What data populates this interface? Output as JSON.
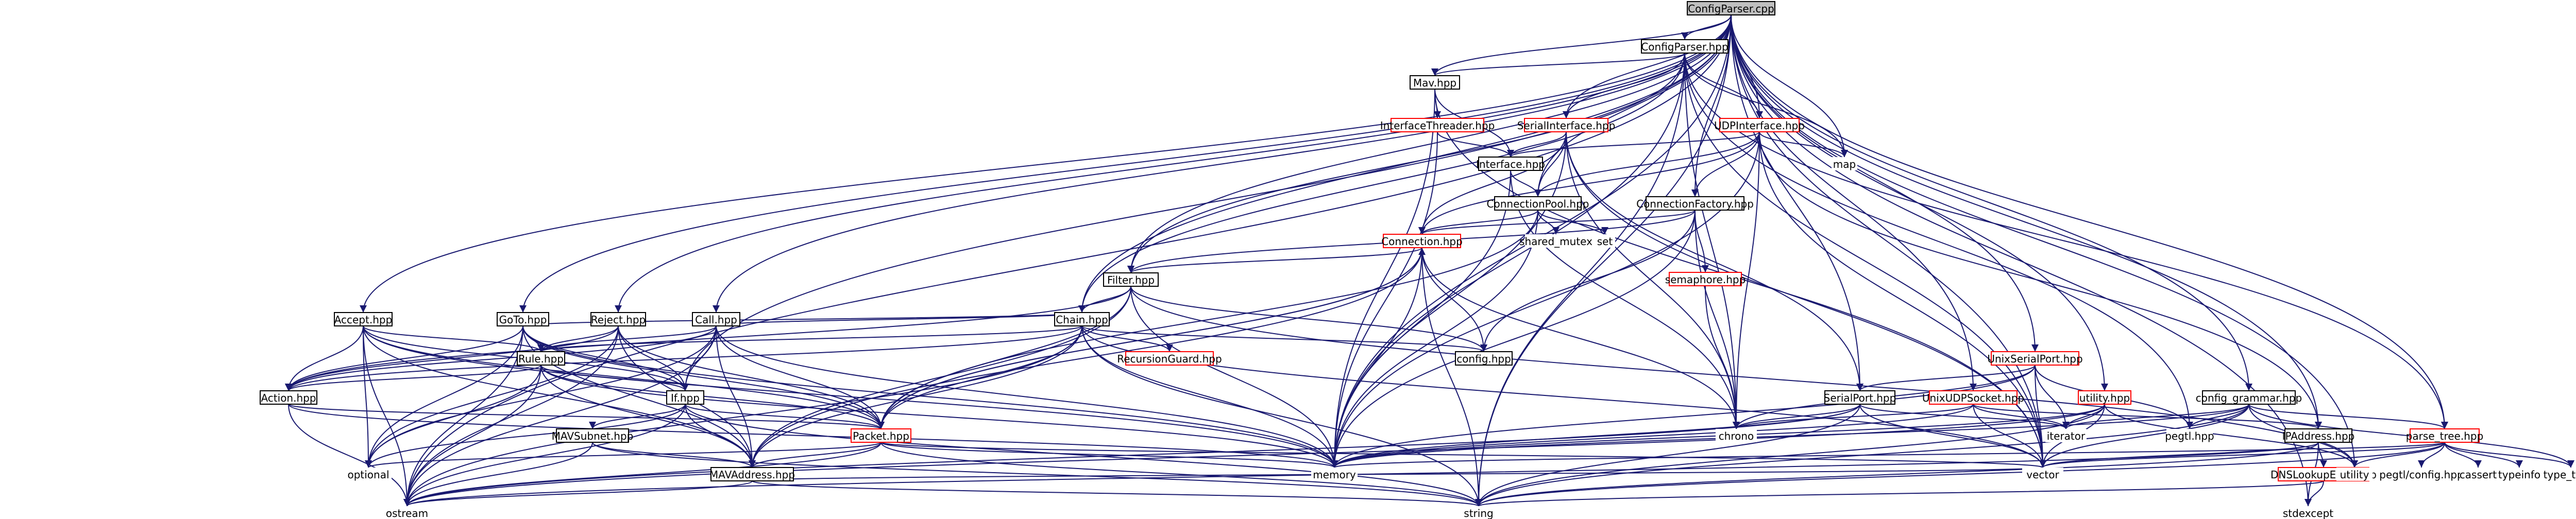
{
  "graph": {
    "title": "",
    "colors": {
      "edge": "#191970",
      "root_fill": "#bfbfbf",
      "node_border": "#000000",
      "missing_border": "#ff0000"
    },
    "nodes": [
      {
        "id": "configparser_cpp",
        "label": "ConfigParser.cpp",
        "style": "root"
      },
      {
        "id": "configparser_hpp",
        "label": "ConfigParser.hpp",
        "style": "box"
      },
      {
        "id": "mav_hpp",
        "label": "Mav.hpp",
        "style": "box"
      },
      {
        "id": "interfacethreader_hpp",
        "label": "InterfaceThreader.hpp",
        "style": "red"
      },
      {
        "id": "serialinterface_hpp",
        "label": "SerialInterface.hpp",
        "style": "red"
      },
      {
        "id": "udpinterface_hpp",
        "label": "UDPInterface.hpp",
        "style": "red"
      },
      {
        "id": "interface_hpp",
        "label": "Interface.hpp",
        "style": "box"
      },
      {
        "id": "connectionpool_hpp",
        "label": "ConnectionPool.hpp",
        "style": "box"
      },
      {
        "id": "connectionfactory_hpp",
        "label": "ConnectionFactory.hpp",
        "style": "box"
      },
      {
        "id": "connection_hpp",
        "label": "Connection.hpp",
        "style": "red"
      },
      {
        "id": "semaphore_hpp",
        "label": "semaphore.hpp",
        "style": "red"
      },
      {
        "id": "filter_hpp",
        "label": "Filter.hpp",
        "style": "box"
      },
      {
        "id": "chain_hpp",
        "label": "Chain.hpp",
        "style": "box"
      },
      {
        "id": "recursionguard_hpp",
        "label": "RecursionGuard.hpp",
        "style": "red"
      },
      {
        "id": "accept_hpp",
        "label": "Accept.hpp",
        "style": "box"
      },
      {
        "id": "goto_hpp",
        "label": "GoTo.hpp",
        "style": "box"
      },
      {
        "id": "reject_hpp",
        "label": "Reject.hpp",
        "style": "box"
      },
      {
        "id": "call_hpp",
        "label": "Call.hpp",
        "style": "box"
      },
      {
        "id": "rule_hpp",
        "label": "Rule.hpp",
        "style": "box"
      },
      {
        "id": "action_hpp",
        "label": "Action.hpp",
        "style": "box"
      },
      {
        "id": "if_hpp",
        "label": "If.hpp",
        "style": "box"
      },
      {
        "id": "mavsubnet_hpp",
        "label": "MAVSubnet.hpp",
        "style": "box"
      },
      {
        "id": "packet_hpp",
        "label": "Packet.hpp",
        "style": "red"
      },
      {
        "id": "mavaddress_hpp",
        "label": "MAVAddress.hpp",
        "style": "box"
      },
      {
        "id": "config_hpp",
        "label": "config.hpp",
        "style": "box"
      },
      {
        "id": "unixserialport_hpp",
        "label": "UnixSerialPort.hpp",
        "style": "red"
      },
      {
        "id": "serialport_hpp",
        "label": "SerialPort.hpp",
        "style": "box"
      },
      {
        "id": "unixudpsocket_hpp",
        "label": "UnixUDPSocket.hpp",
        "style": "red"
      },
      {
        "id": "utility_hpp",
        "label": "utility.hpp",
        "style": "red"
      },
      {
        "id": "config_grammar_hpp",
        "label": "config_grammar.hpp",
        "style": "box"
      },
      {
        "id": "ipaddress_hpp",
        "label": "IPAddress.hpp",
        "style": "box"
      },
      {
        "id": "dnslookuperror_hpp",
        "label": "DNSLookupError.hpp",
        "style": "red"
      },
      {
        "id": "parse_tree_hpp",
        "label": "parse_tree.hpp",
        "style": "red"
      },
      {
        "id": "map",
        "label": "map",
        "style": "plain"
      },
      {
        "id": "shared_mutex",
        "label": "shared_mutex",
        "style": "plain"
      },
      {
        "id": "set",
        "label": "set",
        "style": "plain"
      },
      {
        "id": "chrono",
        "label": "chrono",
        "style": "plain"
      },
      {
        "id": "iterator",
        "label": "iterator",
        "style": "plain"
      },
      {
        "id": "pegtl_hpp",
        "label": "pegtl.hpp",
        "style": "plain"
      },
      {
        "id": "memory",
        "label": "memory",
        "style": "plain"
      },
      {
        "id": "vector",
        "label": "vector",
        "style": "plain"
      },
      {
        "id": "optional",
        "label": "optional",
        "style": "plain"
      },
      {
        "id": "ostream",
        "label": "ostream",
        "style": "plain"
      },
      {
        "id": "string",
        "label": "string",
        "style": "plain"
      },
      {
        "id": "stdexcept",
        "label": "stdexcept",
        "style": "plain"
      },
      {
        "id": "utility",
        "label": "utility",
        "style": "plain"
      },
      {
        "id": "pegtl_config_hpp",
        "label": "pegtl/config.hpp",
        "style": "plain"
      },
      {
        "id": "cassert",
        "label": "cassert",
        "style": "plain"
      },
      {
        "id": "typeinfo",
        "label": "typeinfo",
        "style": "plain"
      },
      {
        "id": "type_traits",
        "label": "type_traits",
        "style": "plain"
      }
    ],
    "edges": [
      [
        "configparser_cpp",
        "configparser_hpp"
      ],
      [
        "configparser_cpp",
        "mav_hpp"
      ],
      [
        "configparser_cpp",
        "serialinterface_hpp"
      ],
      [
        "configparser_cpp",
        "udpinterface_hpp"
      ],
      [
        "configparser_cpp",
        "connectionpool_hpp"
      ],
      [
        "configparser_cpp",
        "connectionfactory_hpp"
      ],
      [
        "configparser_cpp",
        "filter_hpp"
      ],
      [
        "configparser_cpp",
        "chain_hpp"
      ],
      [
        "configparser_cpp",
        "accept_hpp"
      ],
      [
        "configparser_cpp",
        "goto_hpp"
      ],
      [
        "configparser_cpp",
        "reject_hpp"
      ],
      [
        "configparser_cpp",
        "call_hpp"
      ],
      [
        "configparser_cpp",
        "if_hpp"
      ],
      [
        "configparser_cpp",
        "unixserialport_hpp"
      ],
      [
        "configparser_cpp",
        "serialport_hpp"
      ],
      [
        "configparser_cpp",
        "unixudpsocket_hpp"
      ],
      [
        "configparser_cpp",
        "utility_hpp"
      ],
      [
        "configparser_cpp",
        "config_grammar_hpp"
      ],
      [
        "configparser_cpp",
        "ipaddress_hpp"
      ],
      [
        "configparser_cpp",
        "parse_tree_hpp"
      ],
      [
        "configparser_cpp",
        "map"
      ],
      [
        "configparser_cpp",
        "memory"
      ],
      [
        "configparser_cpp",
        "vector"
      ],
      [
        "configparser_cpp",
        "ostream"
      ],
      [
        "configparser_cpp",
        "string"
      ],
      [
        "configparser_cpp",
        "stdexcept"
      ],
      [
        "configparser_cpp",
        "utility"
      ],
      [
        "configparser_hpp",
        "mav_hpp"
      ],
      [
        "configparser_hpp",
        "serialinterface_hpp"
      ],
      [
        "configparser_hpp",
        "udpinterface_hpp"
      ],
      [
        "configparser_hpp",
        "filter_hpp"
      ],
      [
        "configparser_hpp",
        "chain_hpp"
      ],
      [
        "configparser_hpp",
        "map"
      ],
      [
        "configparser_hpp",
        "memory"
      ],
      [
        "configparser_hpp",
        "vector"
      ],
      [
        "configparser_hpp",
        "parse_tree_hpp"
      ],
      [
        "configparser_hpp",
        "pegtl_hpp"
      ],
      [
        "configparser_hpp",
        "string"
      ],
      [
        "configparser_hpp",
        "chrono"
      ],
      [
        "mav_hpp",
        "interfacethreader_hpp"
      ],
      [
        "mav_hpp",
        "interface_hpp"
      ],
      [
        "mav_hpp",
        "memory"
      ],
      [
        "mav_hpp",
        "vector"
      ],
      [
        "interfacethreader_hpp",
        "interface_hpp"
      ],
      [
        "interfacethreader_hpp",
        "memory"
      ],
      [
        "serialinterface_hpp",
        "interface_hpp"
      ],
      [
        "serialinterface_hpp",
        "connectionpool_hpp"
      ],
      [
        "serialinterface_hpp",
        "connection_hpp"
      ],
      [
        "serialinterface_hpp",
        "serialport_hpp"
      ],
      [
        "serialinterface_hpp",
        "chrono"
      ],
      [
        "serialinterface_hpp",
        "memory"
      ],
      [
        "serialinterface_hpp",
        "vector"
      ],
      [
        "udpinterface_hpp",
        "interface_hpp"
      ],
      [
        "udpinterface_hpp",
        "connectionpool_hpp"
      ],
      [
        "udpinterface_hpp",
        "connectionfactory_hpp"
      ],
      [
        "udpinterface_hpp",
        "connection_hpp"
      ],
      [
        "udpinterface_hpp",
        "ipaddress_hpp"
      ],
      [
        "udpinterface_hpp",
        "map"
      ],
      [
        "udpinterface_hpp",
        "memory"
      ],
      [
        "udpinterface_hpp",
        "vector"
      ],
      [
        "udpinterface_hpp",
        "chrono"
      ],
      [
        "interface_hpp",
        "connectionpool_hpp"
      ],
      [
        "interface_hpp",
        "chrono"
      ],
      [
        "interface_hpp",
        "memory"
      ],
      [
        "connectionpool_hpp",
        "connection_hpp"
      ],
      [
        "connectionpool_hpp",
        "shared_mutex"
      ],
      [
        "connectionpool_hpp",
        "set"
      ],
      [
        "connectionpool_hpp",
        "memory"
      ],
      [
        "connectionpool_hpp",
        "packet_hpp"
      ],
      [
        "connectionfactory_hpp",
        "connection_hpp"
      ],
      [
        "connectionfactory_hpp",
        "semaphore_hpp"
      ],
      [
        "connectionfactory_hpp",
        "filter_hpp"
      ],
      [
        "connectionfactory_hpp",
        "chrono"
      ],
      [
        "connectionfactory_hpp",
        "memory"
      ],
      [
        "connectionfactory_hpp",
        "config_hpp"
      ],
      [
        "connection_hpp",
        "filter_hpp"
      ],
      [
        "connection_hpp",
        "mavaddress_hpp"
      ],
      [
        "connection_hpp",
        "packet_hpp"
      ],
      [
        "connection_hpp",
        "memory"
      ],
      [
        "connection_hpp",
        "string"
      ],
      [
        "connection_hpp",
        "config_hpp"
      ],
      [
        "connection_hpp",
        "chrono"
      ],
      [
        "semaphore_hpp",
        "chrono"
      ],
      [
        "filter_hpp",
        "chain_hpp"
      ],
      [
        "filter_hpp",
        "packet_hpp"
      ],
      [
        "filter_hpp",
        "memory"
      ],
      [
        "filter_hpp",
        "action_hpp"
      ],
      [
        "filter_hpp",
        "config_hpp"
      ],
      [
        "filter_hpp",
        "mavaddress_hpp"
      ],
      [
        "filter_hpp",
        "utility"
      ],
      [
        "chain_hpp",
        "recursionguard_hpp"
      ],
      [
        "chain_hpp",
        "rule_hpp"
      ],
      [
        "chain_hpp",
        "action_hpp"
      ],
      [
        "chain_hpp",
        "packet_hpp"
      ],
      [
        "chain_hpp",
        "mavaddress_hpp"
      ],
      [
        "chain_hpp",
        "memory"
      ],
      [
        "chain_hpp",
        "vector"
      ],
      [
        "chain_hpp",
        "string"
      ],
      [
        "chain_hpp",
        "ostream"
      ],
      [
        "chain_hpp",
        "config_hpp"
      ],
      [
        "accept_hpp",
        "rule_hpp"
      ],
      [
        "accept_hpp",
        "action_hpp"
      ],
      [
        "accept_hpp",
        "packet_hpp"
      ],
      [
        "accept_hpp",
        "mavaddress_hpp"
      ],
      [
        "accept_hpp",
        "optional"
      ],
      [
        "accept_hpp",
        "ostream"
      ],
      [
        "accept_hpp",
        "memory"
      ],
      [
        "accept_hpp",
        "if_hpp"
      ],
      [
        "goto_hpp",
        "rule_hpp"
      ],
      [
        "goto_hpp",
        "action_hpp"
      ],
      [
        "goto_hpp",
        "packet_hpp"
      ],
      [
        "goto_hpp",
        "mavaddress_hpp"
      ],
      [
        "goto_hpp",
        "chain_hpp"
      ],
      [
        "goto_hpp",
        "if_hpp"
      ],
      [
        "goto_hpp",
        "optional"
      ],
      [
        "goto_hpp",
        "ostream"
      ],
      [
        "goto_hpp",
        "memory"
      ],
      [
        "reject_hpp",
        "rule_hpp"
      ],
      [
        "reject_hpp",
        "action_hpp"
      ],
      [
        "reject_hpp",
        "packet_hpp"
      ],
      [
        "reject_hpp",
        "mavaddress_hpp"
      ],
      [
        "reject_hpp",
        "if_hpp"
      ],
      [
        "reject_hpp",
        "optional"
      ],
      [
        "reject_hpp",
        "ostream"
      ],
      [
        "call_hpp",
        "rule_hpp"
      ],
      [
        "call_hpp",
        "action_hpp"
      ],
      [
        "call_hpp",
        "packet_hpp"
      ],
      [
        "call_hpp",
        "mavaddress_hpp"
      ],
      [
        "call_hpp",
        "chain_hpp"
      ],
      [
        "call_hpp",
        "if_hpp"
      ],
      [
        "call_hpp",
        "optional"
      ],
      [
        "call_hpp",
        "ostream"
      ],
      [
        "call_hpp",
        "memory"
      ],
      [
        "rule_hpp",
        "action_hpp"
      ],
      [
        "rule_hpp",
        "if_hpp"
      ],
      [
        "rule_hpp",
        "packet_hpp"
      ],
      [
        "rule_hpp",
        "mavaddress_hpp"
      ],
      [
        "rule_hpp",
        "optional"
      ],
      [
        "rule_hpp",
        "ostream"
      ],
      [
        "rule_hpp",
        "memory"
      ],
      [
        "action_hpp",
        "packet_hpp"
      ],
      [
        "action_hpp",
        "ostream"
      ],
      [
        "action_hpp",
        "memory"
      ],
      [
        "if_hpp",
        "mavsubnet_hpp"
      ],
      [
        "if_hpp",
        "packet_hpp"
      ],
      [
        "if_hpp",
        "mavaddress_hpp"
      ],
      [
        "if_hpp",
        "optional"
      ],
      [
        "if_hpp",
        "ostream"
      ],
      [
        "if_hpp",
        "string"
      ],
      [
        "mavsubnet_hpp",
        "mavaddress_hpp"
      ],
      [
        "mavsubnet_hpp",
        "ostream"
      ],
      [
        "mavsubnet_hpp",
        "string"
      ],
      [
        "packet_hpp",
        "mavaddress_hpp"
      ],
      [
        "packet_hpp",
        "connection_hpp"
      ],
      [
        "packet_hpp",
        "optional"
      ],
      [
        "packet_hpp",
        "ostream"
      ],
      [
        "packet_hpp",
        "memory"
      ],
      [
        "packet_hpp",
        "vector"
      ],
      [
        "packet_hpp",
        "string"
      ],
      [
        "mavaddress_hpp",
        "ostream"
      ],
      [
        "mavaddress_hpp",
        "string"
      ],
      [
        "mavaddress_hpp",
        "vector"
      ],
      [
        "unixserialport_hpp",
        "serialport_hpp"
      ],
      [
        "unixserialport_hpp",
        "chrono"
      ],
      [
        "unixserialport_hpp",
        "iterator"
      ],
      [
        "unixserialport_hpp",
        "memory"
      ],
      [
        "unixserialport_hpp",
        "vector"
      ],
      [
        "unixserialport_hpp",
        "pegtl_hpp"
      ],
      [
        "serialport_hpp",
        "chrono"
      ],
      [
        "serialport_hpp",
        "iterator"
      ],
      [
        "serialport_hpp",
        "memory"
      ],
      [
        "serialport_hpp",
        "vector"
      ],
      [
        "serialport_hpp",
        "string"
      ],
      [
        "serialport_hpp",
        "ostream"
      ],
      [
        "unixudpsocket_hpp",
        "ipaddress_hpp"
      ],
      [
        "unixudpsocket_hpp",
        "chrono"
      ],
      [
        "unixudpsocket_hpp",
        "iterator"
      ],
      [
        "unixudpsocket_hpp",
        "memory"
      ],
      [
        "unixudpsocket_hpp",
        "vector"
      ],
      [
        "utility_hpp",
        "iterator"
      ],
      [
        "utility_hpp",
        "ostream"
      ],
      [
        "utility_hpp",
        "string"
      ],
      [
        "utility_hpp",
        "vector"
      ],
      [
        "utility_hpp",
        "memory"
      ],
      [
        "utility_hpp",
        "utility"
      ],
      [
        "config_grammar_hpp",
        "pegtl_hpp"
      ],
      [
        "config_grammar_hpp",
        "parse_tree_hpp"
      ],
      [
        "config_grammar_hpp",
        "memory"
      ],
      [
        "config_grammar_hpp",
        "vector"
      ],
      [
        "config_grammar_hpp",
        "string"
      ],
      [
        "config_grammar_hpp",
        "utility"
      ],
      [
        "config_grammar_hpp",
        "iterator"
      ],
      [
        "config_grammar_hpp",
        "type_traits"
      ],
      [
        "ipaddress_hpp",
        "dnslookuperror_hpp"
      ],
      [
        "ipaddress_hpp",
        "ostream"
      ],
      [
        "ipaddress_hpp",
        "string"
      ],
      [
        "ipaddress_hpp",
        "vector"
      ],
      [
        "ipaddress_hpp",
        "stdexcept"
      ],
      [
        "dnslookuperror_hpp",
        "string"
      ],
      [
        "dnslookuperror_hpp",
        "stdexcept"
      ],
      [
        "parse_tree_hpp",
        "cassert"
      ],
      [
        "parse_tree_hpp",
        "memory"
      ],
      [
        "parse_tree_hpp",
        "string"
      ],
      [
        "parse_tree_hpp",
        "typeinfo"
      ],
      [
        "parse_tree_hpp",
        "type_traits"
      ],
      [
        "parse_tree_hpp",
        "utility"
      ],
      [
        "parse_tree_hpp",
        "vector"
      ],
      [
        "parse_tree_hpp",
        "pegtl_config_hpp"
      ]
    ]
  }
}
